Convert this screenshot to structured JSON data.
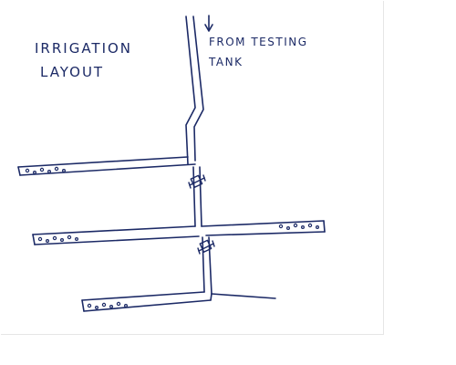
{
  "title": {
    "line1": "IRRIGATION",
    "line2": "LAYOUT"
  },
  "source_label": {
    "line1": "FROM TESTING",
    "line2": "TANK"
  },
  "colors": {
    "ink": "#1c2a66",
    "paper": "#ffffff",
    "background": "#ffffff"
  },
  "icons": {
    "flow_arrow": "arrow-down-icon",
    "valve": "valve-icon",
    "emitter_holes": "dot-pattern"
  }
}
